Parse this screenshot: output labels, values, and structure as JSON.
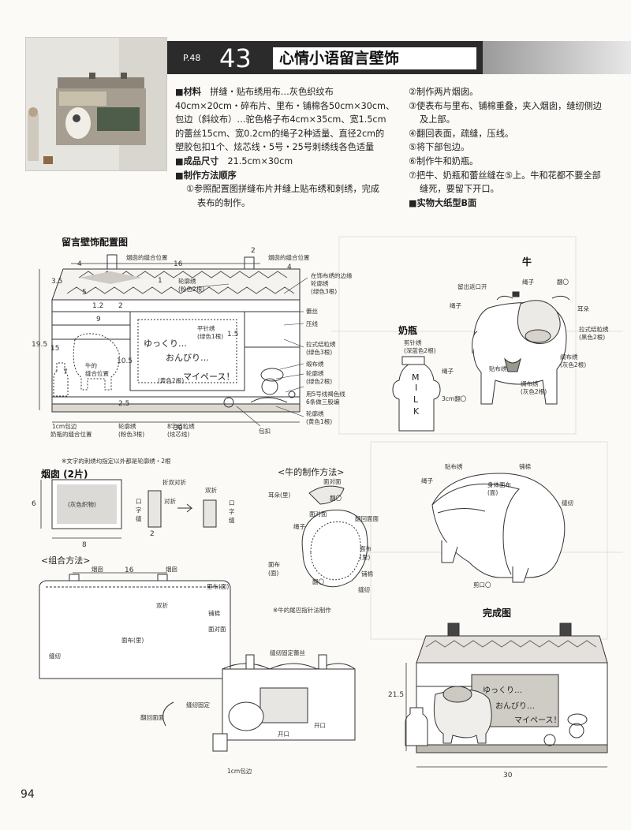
{
  "header": {
    "page_ref": "P.48",
    "project_number": "43",
    "title": "心情小语留言壁饰"
  },
  "materials": {
    "label": "■材料",
    "line1": "拼缝・贴布绣用布…灰色织纹布",
    "line2": "40cm×20cm・碎布片、里布・铺棉各50cm×30cm、",
    "line3": "包边（斜纹布）…驼色格子布4cm×35cm、宽1.5cm",
    "line4": "的蕾丝15cm、宽0.2cm的绳子2种适量、直径2cm的",
    "line5": "塑胶包扣1个、炫芯线・5号・25号刺绣线各色适量"
  },
  "size": {
    "label": "■成品尺寸",
    "value": "21.5cm×30cm"
  },
  "steps_title": "■制作方法顺序",
  "steps": [
    "①参照配置图拼缝布片并缝上贴布绣和刺绣，完成",
    "表布的制作。",
    "②制作两片烟囱。",
    "③使表布与里布、铺棉重叠，夹入烟囱，缝纫侧边",
    "及上部。",
    "④翻回表面，疏缝，压线。",
    "⑤将下部包边。",
    "⑥制作牛和奶瓶。",
    "⑦把牛、奶瓶和蕾丝缝在⑤上。牛和花都不要全部",
    "缝死，要留下开口。",
    "■实物大纸型B面"
  ],
  "layout_diagram": {
    "title": "留言壁饰配置图",
    "labels": {
      "chimney_pos": "烟囱的缝合位置",
      "outline_stitch_pink3": "轮廓绣\n(粉色2根)",
      "chain_edge": "在饰布绣的边缘\n轮廓绣\n(绿色3根)",
      "piping": "蕾丝",
      "quilt": "压线",
      "outline_stitch_mix": "拉式结粒绣\n(绿色3根)",
      "satin": "缎布绣",
      "outline_green2": "轮廓绣\n(绿色2根)",
      "blue5": "用5号线褐色线\n6条做三股编",
      "outline_pink1": "轮廓绣\n(黄色1根)",
      "button": "包扣",
      "chain_stitch": "平针绣\n(绿色1根)",
      "cow_pos": "牛的\n缝合位置",
      "bottle_pos": "奶瓶的缝合位置",
      "binding1cm": "1cm包边",
      "outline_pink3": "轮廓绣\n(粉色3根)",
      "knot8": "8字结粒绣\n(炫芯线)",
      "seam": "(黄色2根)",
      "note": "※文字的刺绣均指定以外都是轮廓绣・2根"
    },
    "dims": {
      "top16": "16",
      "v2": "2",
      "h4a": "4",
      "h4b": "4",
      "v35": "3.5",
      "v1": "1",
      "v5": "5",
      "v12": "1.2",
      "v9": "9",
      "v195": "19.5",
      "v15": "15",
      "v7": "7",
      "v105": "10.5",
      "v25": "2.5",
      "v30": "30",
      "v15b": "1.5",
      "v2b": "2"
    },
    "msg_line1": "ゆっくり…",
    "msg_line2": "おんびり…",
    "msg_line3": "マイペース！"
  },
  "cow": {
    "title": "牛",
    "labels": [
      "留出返口开",
      "绳子",
      "翻〇",
      "绳子",
      "耳朵",
      "拉式结粒绣\n(黑色2根)",
      "绸布绣\n(灰色2根)",
      "绸布绣\n(灰色2根)",
      "贴布绣"
    ]
  },
  "bottle": {
    "title": "奶瓶",
    "labels": [
      "剪针绣\n(深蓝色2根)",
      "绳子",
      "3cm翻〇"
    ],
    "letters": [
      "M",
      "I",
      "L",
      "K"
    ]
  },
  "chimney": {
    "title": "烟囱 (2片)",
    "inner": "(灰色织物)",
    "dims": {
      "w": "8",
      "h": "6"
    },
    "labels": [
      "折双对折",
      "2",
      "对折",
      "口字缝",
      "双折",
      "口字缝"
    ]
  },
  "cow_method": {
    "title": "<牛的制作方法>",
    "labels": [
      "面对面",
      "耳朵(里)",
      "翻〇",
      "面对面",
      "翻回面面",
      "绳子",
      "面布(里)",
      "面布(面)",
      "铺棉",
      "翻〇",
      "缝纫",
      "※牛的尾巴指针法制作"
    ],
    "right_labels": [
      "贴布绣",
      "铺棉",
      "绳子",
      "身体面布\n(面)",
      "缝纫",
      "剪口〇"
    ]
  },
  "assembly": {
    "title": "<组合方法>",
    "labels": [
      "烟囱",
      "16",
      "烟囱",
      "里布(面)",
      "双折",
      "铺棉",
      "面对面",
      "面布(里)",
      "缝纫"
    ],
    "labels2": [
      "缝纫固定蕾丝",
      "翻回面面",
      "缝纫固定",
      "开口",
      "开口",
      "1cm包边"
    ]
  },
  "finished": {
    "title": "完成图",
    "dim_h": "21.5",
    "dim_w": "30",
    "msg1": "ゆっくり…",
    "msg2": "おんびり…",
    "msg3": "マイペース！"
  },
  "page_number": "94"
}
